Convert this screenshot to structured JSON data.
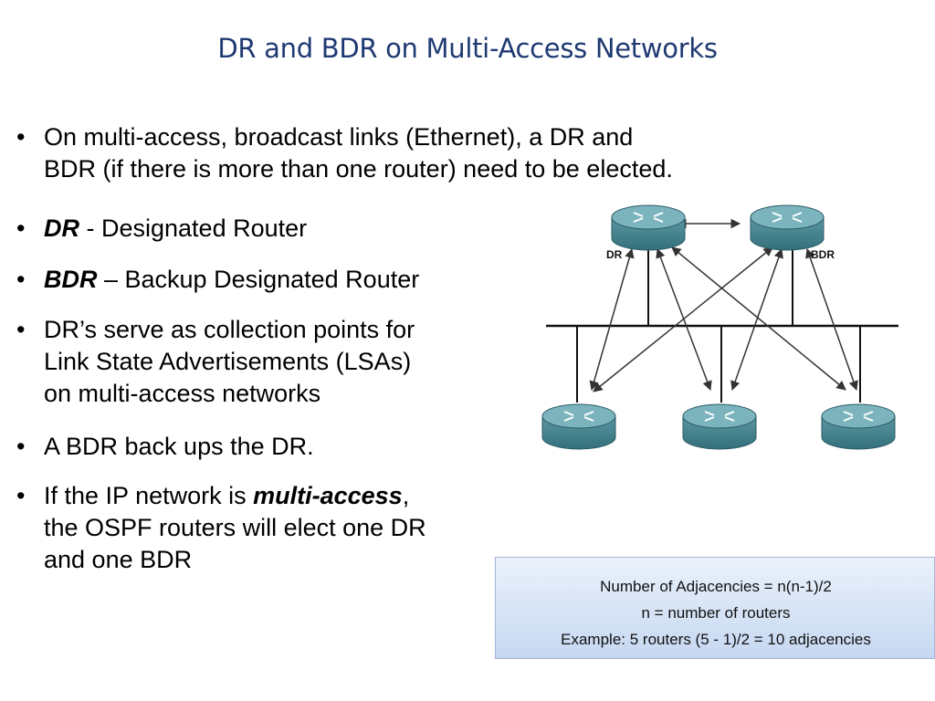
{
  "title": "DR and BDR on Multi-Access Networks",
  "bullets": {
    "b1": {
      "line1": "On multi-access, broadcast links (Ethernet), a DR and",
      "line2": "BDR (if there is more than one router) need to be elected."
    },
    "b2": {
      "bold": "DR",
      "rest": " - Designated Router"
    },
    "b3": {
      "bold": "BDR",
      "rest": " – Backup Designated Router"
    },
    "b4": {
      "line1": "DR’s serve as collection points for",
      "line2": "Link State Advertisements (LSAs)",
      "line3": "on multi-access networks"
    },
    "b5": {
      "line1": "A BDR back ups the DR."
    },
    "b6": {
      "pre": "If the IP network is ",
      "bold": "multi-access",
      "post": ",",
      "line2": "the OSPF routers will elect one DR",
      "line3": "and one BDR"
    }
  },
  "bullet_char": "•",
  "diagram": {
    "dr_label": "DR",
    "bdr_label": "BDR"
  },
  "formula": {
    "line1": "Number of Adjacencies = n(n-1)/2",
    "line2": "n = number of routers",
    "line3": "Example: 5 routers (5 - 1)/2 = 10 adjacencies"
  },
  "colors": {
    "title": "#1f3a73",
    "router_body": "#4f8a96",
    "router_top": "#6fa9b3",
    "formula_bg": "#c6d8f1"
  }
}
